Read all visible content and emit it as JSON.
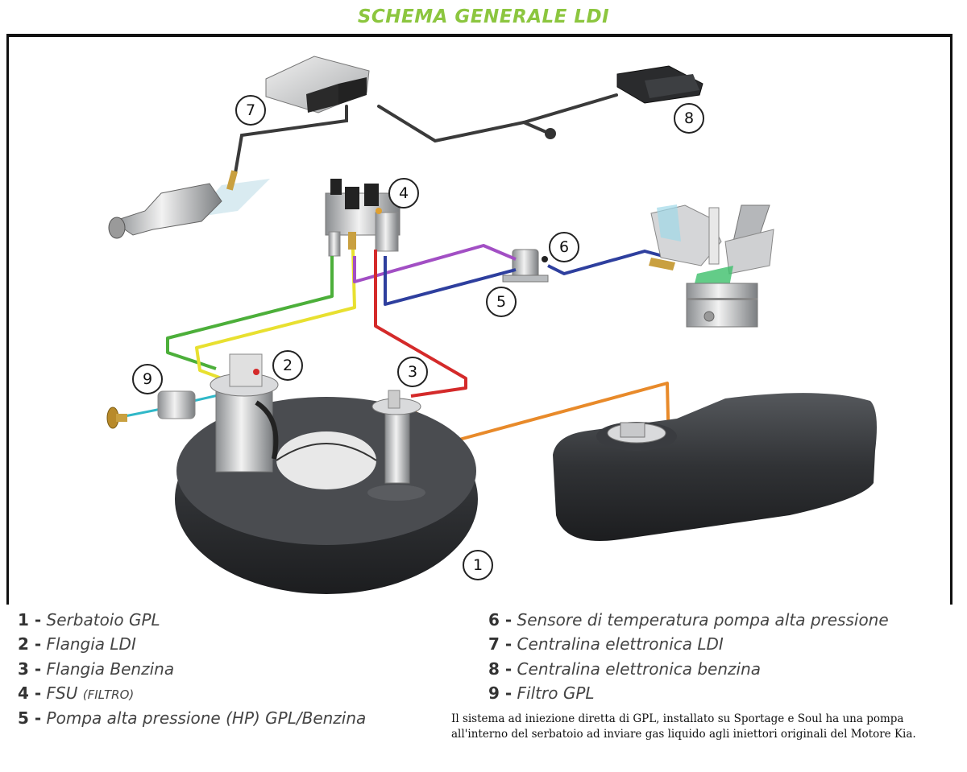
{
  "title": "SCHEMA GENERALE LDI",
  "callouts": {
    "c1": "1",
    "c2": "2",
    "c3": "3",
    "c4": "4",
    "c5": "5",
    "c6": "6",
    "c7": "7",
    "c8": "8",
    "c9": "9"
  },
  "legend": [
    {
      "num": "1 -",
      "text": "Serbatoio GPL",
      "sub": ""
    },
    {
      "num": "2 -",
      "text": "Flangia LDI",
      "sub": ""
    },
    {
      "num": "3 -",
      "text": "Flangia Benzina",
      "sub": ""
    },
    {
      "num": "4 -",
      "text": "FSU",
      "sub": "(FILTRO)"
    },
    {
      "num": "5 -",
      "text": "Pompa alta pressione (HP) GPL/Benzina",
      "sub": ""
    },
    {
      "num": "6 -",
      "text": "Sensore di temperatura pompa alta pressione",
      "sub": ""
    },
    {
      "num": "7 -",
      "text": "Centralina elettronica LDI",
      "sub": ""
    },
    {
      "num": "8 -",
      "text": "Centralina elettronica benzina",
      "sub": ""
    },
    {
      "num": "9 -",
      "text": "Filtro GPL",
      "sub": ""
    }
  ],
  "note": "Il sistema ad iniezione diretta di GPL, installato su Sportage e Soul  ha una pompa all'interno del serbatoio ad inviare gas liquido agli iniettori originali del Motore Kia.",
  "colors": {
    "title": "#8cc63f",
    "line_green": "#4caf3a",
    "line_yellow": "#e8e030",
    "line_red": "#d42a2a",
    "line_purple": "#a24fc4",
    "line_blue": "#2e3f9e",
    "line_orange": "#e88a2a",
    "line_cyan": "#30b8c8"
  }
}
